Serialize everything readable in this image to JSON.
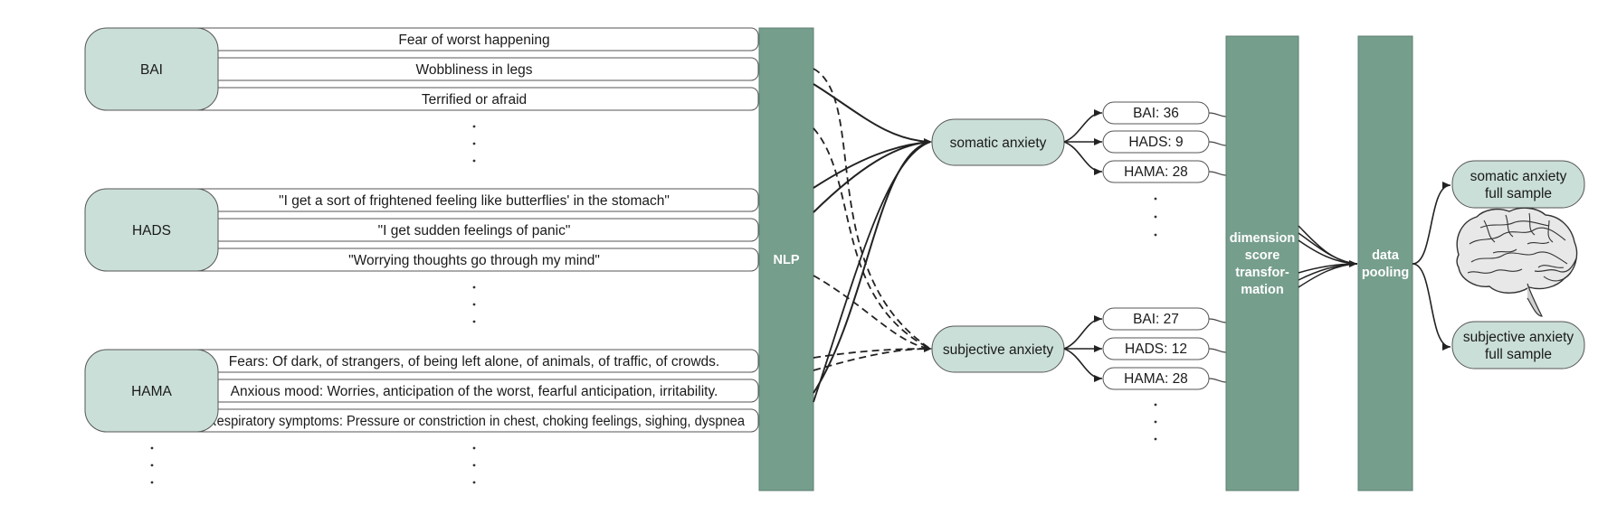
{
  "groups": [
    {
      "label": "BAI",
      "items": [
        "Fear of worst happening",
        "Wobbliness in legs",
        "Terrified or afraid"
      ]
    },
    {
      "label": "HADS",
      "items": [
        "\"I get a sort of frightened feeling like butterflies' in the stomach\"",
        "\"I get sudden feelings of panic\"",
        "\"Worrying thoughts go through my mind\""
      ]
    },
    {
      "label": "HAMA",
      "items": [
        "Fears: Of dark, of strangers, of being left alone, of animals, of traffic, of crowds.",
        "Anxious mood: Worries, anticipation of the worst, fearful anticipation, irritability.",
        "Respiratory symptoms: Pressure or constriction in chest, choking feelings, sighing, dyspnea"
      ]
    }
  ],
  "nlp_label": "NLP",
  "dimensions": [
    {
      "label": "somatic anxiety",
      "scores": [
        "BAI: 36",
        "HADS: 9",
        "HAMA: 28"
      ]
    },
    {
      "label": "subjective anxiety",
      "scores": [
        "BAI: 27",
        "HADS: 12",
        "HAMA: 28"
      ]
    }
  ],
  "transform_label": [
    "dimension",
    "score",
    "transfor-",
    "mation"
  ],
  "pooling_label": [
    "data",
    "pooling"
  ],
  "outputs": [
    [
      "somatic anxiety",
      "full sample"
    ],
    [
      "subjective anxiety",
      "full sample"
    ]
  ],
  "colors": {
    "box_fill": "#cadfd7",
    "bar_fill": "#769e8d",
    "stroke": "#555555"
  }
}
